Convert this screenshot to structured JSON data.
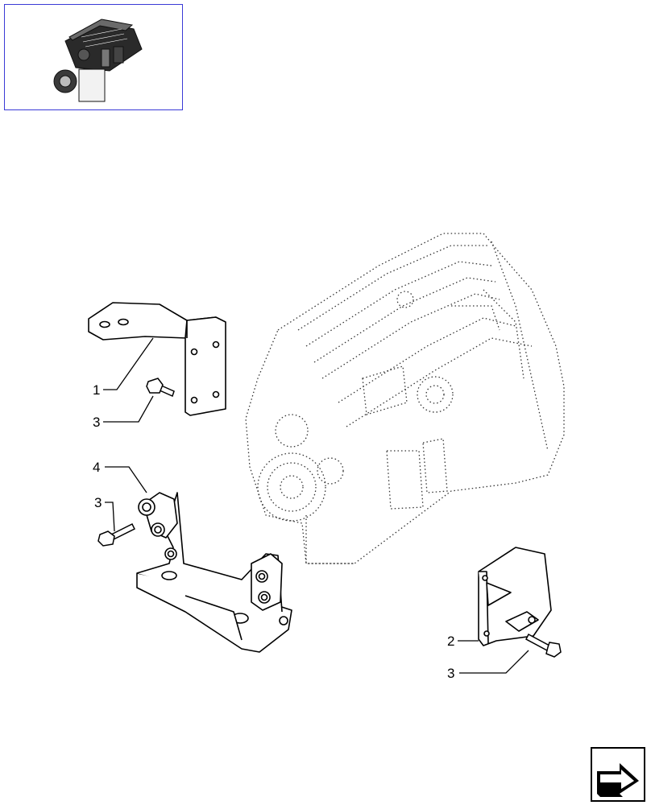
{
  "thumbnail": {
    "icon": "engine-thumbnail-icon",
    "border_color": "#3a3ad6"
  },
  "callouts": {
    "c1": "1",
    "c3_upper": "3",
    "c4": "4",
    "c3_middle": "3",
    "c2": "2",
    "c3_lower": "3"
  },
  "navigation": {
    "icon": "arrow-next-page-icon"
  }
}
